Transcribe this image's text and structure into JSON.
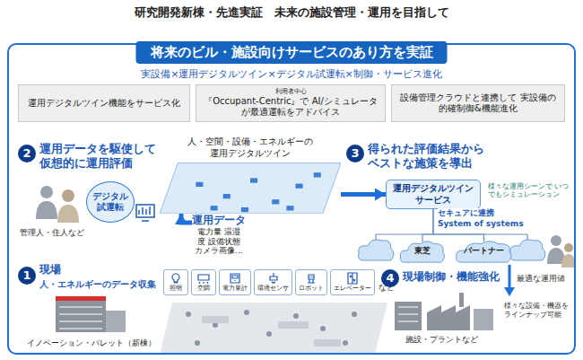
{
  "diagram": {
    "title": "研究開発新棟・先進実証　未来の施設管理・運用を目指して",
    "nodes": [
      {
        "text": [
          "将来のビル・施設向けサービスのあり方を実証"
        ]
      },
      {
        "text": [
          "運用デジタルツイン機能をサービス化"
        ],
        "in": 0
      },
      {
        "text": [
          "利用者中心",
          "『Occupant-Centric』で AI/シミュレータが最適運転をアドバイス"
        ],
        "in": 0
      },
      {
        "text": [
          "設備管理クラウドと連携して 実設備の的確制御&機能進化"
        ],
        "in": 0
      },
      {
        "text": [
          "デジタル 試運転"
        ],
        "in": 0
      },
      {
        "text": [
          "人・空間・設備・エネルギーの 運用デジタルツイン"
        ],
        "in": 0
      },
      {
        "text": [
          "運用データ",
          "電力量 温湿度 設備状態 カメラ画像…"
        ],
        "in": 0
      },
      {
        "text": [
          "照明"
        ],
        "in": 0
      },
      {
        "text": [
          "空調"
        ],
        "in": 0
      },
      {
        "text": [
          "電力量計"
        ],
        "in": 0
      },
      {
        "text": [
          "環境センサ"
        ],
        "in": 0
      },
      {
        "text": [
          "ロボット"
        ],
        "in": 0
      },
      {
        "text": [
          "エレベーター"
        ],
        "in": 0
      },
      {
        "text": [
          "運用デジタルツイン サービス"
        ],
        "in": 0
      },
      {
        "text": [
          "東芝"
        ],
        "in": 0
      },
      {
        "text": [
          "パートナー"
        ],
        "in": 0
      }
    ],
    "edges": [
      {
        "from": 6,
        "to": 5,
        "arrow": "to"
      },
      {
        "from": 5,
        "to": 13,
        "arrow": "to"
      },
      {
        "from": 13,
        "to": 14,
        "arrow": "none"
      },
      {
        "from": 13,
        "to": 15,
        "arrow": "none"
      }
    ],
    "labels": [
      "実設備×運用デジタルツイン×デジタル試運転×制御・サービス進化",
      "2",
      "運用データを駆使して 仮想的に運用評価",
      "管理人・住人など",
      "1",
      "現場",
      "人・エネルギーのデータ収集",
      "イノベーション・パレット（新棟）",
      "など",
      "3",
      "得られた評価結果から ベストな施策を導出",
      "セキュアに連携",
      "System of systems",
      "様々な運用シーンで いつでもシミュレーション",
      "4",
      "現場制御・機能強化",
      "最適な運用値",
      "様々な設備・機器を ラインナップ可能",
      "施設・プラントなど"
    ]
  }
}
